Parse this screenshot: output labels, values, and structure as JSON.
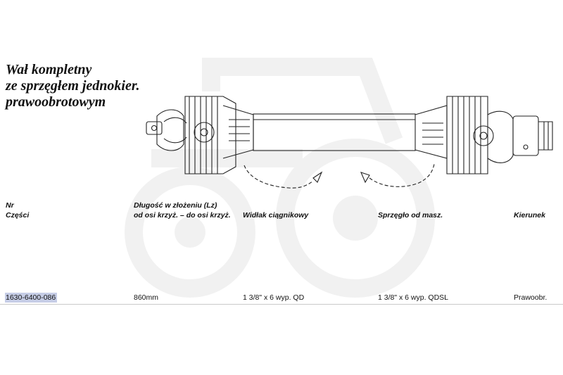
{
  "title_lines": [
    "Wał kompletny",
    "ze sprzęgłem jednokier.",
    "prawoobrotowym"
  ],
  "table": {
    "headers": {
      "part_no": [
        "Nr",
        "Części"
      ],
      "length": [
        "Długość w złożeniu (Lz)",
        "od osi krzyż. – do osi krzyż."
      ],
      "tractor_yoke": "Widłak ciągnikowy",
      "machine_clutch": "Sprzęgło od masz.",
      "direction": "Kierunek"
    },
    "rows": [
      {
        "part_no": "1630-6400-086",
        "length": "860mm",
        "tractor_yoke": "1 3/8\" x 6 wyp. QD",
        "machine_clutch": "1 3/8\" x 6 wyp. QDSL",
        "direction": "Prawoobr."
      }
    ]
  },
  "colors": {
    "highlight": "#c6cde6",
    "watermark": "#f2f2f2"
  },
  "icons": [
    "tractor-watermark-icon",
    "drive-shaft-illustration"
  ]
}
